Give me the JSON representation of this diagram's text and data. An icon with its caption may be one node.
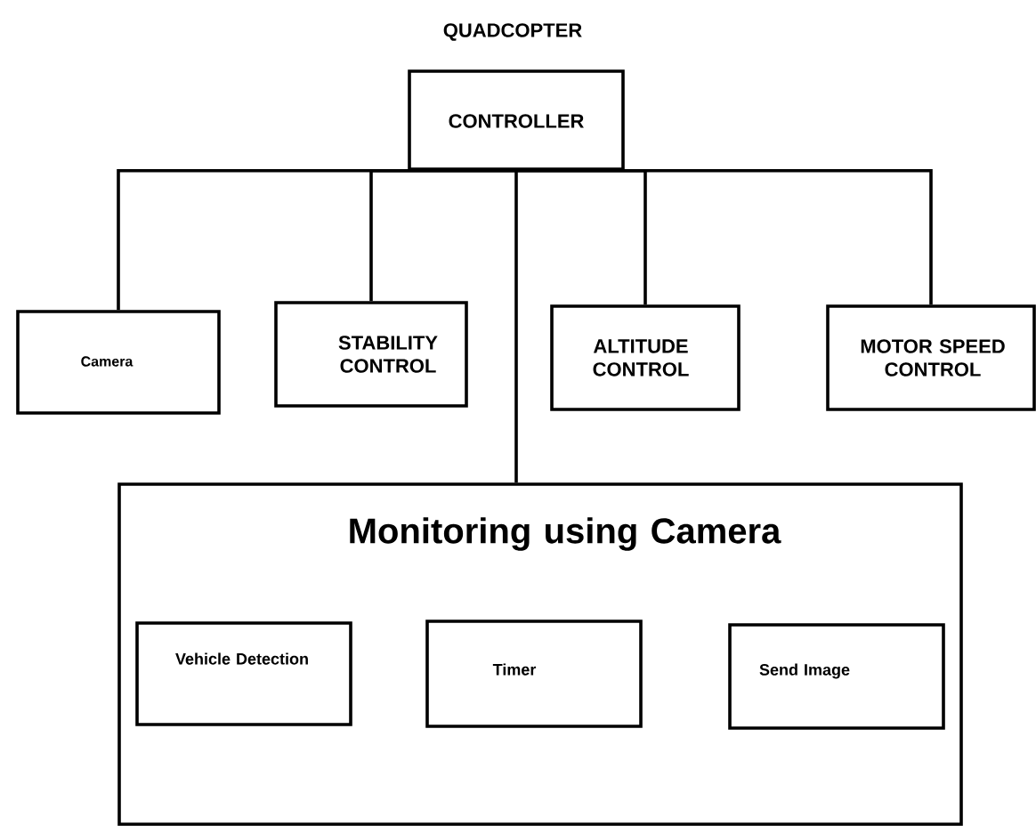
{
  "diagram": {
    "nodes": [
      {
        "text": [
          "QUADCOPTER",
          "CONTROLLER"
        ]
      },
      {
        "text": [
          "Camera"
        ]
      },
      {
        "text": [
          "STABILITY CONTROL"
        ]
      },
      {
        "text": [
          "ALTITUDE CONTROL"
        ]
      },
      {
        "text": [
          "MOTOR SPEED CONTROL"
        ]
      },
      {
        "text": [
          "Monitoring using Camera"
        ]
      },
      {
        "text": [
          "Vehicle Detection"
        ],
        "in": 5
      },
      {
        "text": [
          "Timer"
        ],
        "in": 5
      },
      {
        "text": [
          "Send Image"
        ],
        "in": 5
      }
    ],
    "edges": [
      {
        "from": 0,
        "to": 1,
        "arrow": "none"
      },
      {
        "from": 0,
        "to": 2,
        "arrow": "none"
      },
      {
        "from": 0,
        "to": 3,
        "arrow": "none"
      },
      {
        "from": 0,
        "to": 4,
        "arrow": "none"
      },
      {
        "from": 0,
        "to": 5,
        "arrow": "none"
      }
    ]
  }
}
